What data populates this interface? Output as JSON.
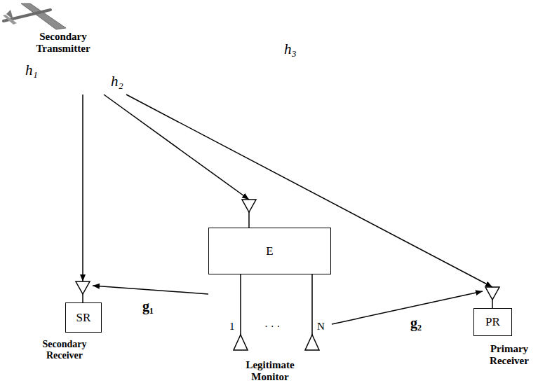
{
  "diagram": {
    "nodes": [
      {
        "text": [
          "Secondary Transmitter"
        ]
      },
      {
        "text": [
          "SR",
          "Secondary Receiver"
        ]
      },
      {
        "text": [
          "E",
          "Legitimate Monitor"
        ]
      },
      {
        "text": [
          "PR",
          "Primary Receiver"
        ]
      }
    ],
    "edges": [
      {
        "from": 0,
        "to": 1,
        "arrow": "to",
        "label": "h₁"
      },
      {
        "from": 0,
        "to": 2,
        "arrow": "to",
        "label": "h₂"
      },
      {
        "from": 0,
        "to": 3,
        "arrow": "to",
        "label": "h₃"
      },
      {
        "from": 2,
        "to": 1,
        "arrow": "to",
        "label": "g₁"
      },
      {
        "from": 2,
        "to": 3,
        "arrow": "to",
        "label": "g₂"
      }
    ],
    "labels": [
      "1",
      "· · ·",
      "N"
    ]
  }
}
